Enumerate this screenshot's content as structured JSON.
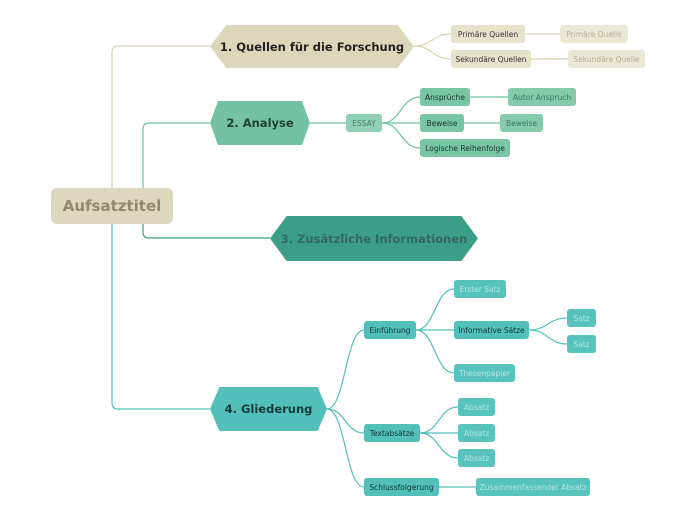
{
  "root": "Aufsatztitel",
  "branches": {
    "quellen": {
      "title": "1. Quellen für die Forschung",
      "primary": "Primäre Quellen",
      "primary_sub": "Primäre Quelle",
      "secondary": "Sekundäre Quellen",
      "secondary_sub": "Sekundäre Quelle"
    },
    "analyse": {
      "title": "2. Analyse",
      "essay": "ESSAY",
      "claims": "Ansprüche",
      "claims_sub": "Autor Anspruch",
      "evidence": "Beweise",
      "evidence_sub": "Beweise",
      "order": "Logische Reihenfolge"
    },
    "zusatz": {
      "title": "3. Zusätzliche Informationen"
    },
    "gliederung": {
      "title": "4. Gliederung",
      "intro": "Einführung",
      "first_sentence": "Erster Satz",
      "informative": "Informative Sätze",
      "sentence_1": "Satz",
      "sentence_2": "Satz",
      "thesis": "Thesenpapier",
      "body": "Textabsätze",
      "para_1": "Absatz",
      "para_2": "Absatz",
      "para_3": "Absatz",
      "conclusion": "Schlussfolgerung",
      "summary": "Zusammenfassender Absatz"
    }
  },
  "colors": {
    "beige_line": "#d8d1b2",
    "green_line": "#6cc3a5",
    "teal_line": "#3c9d88",
    "cyan_line": "#52bfba"
  }
}
